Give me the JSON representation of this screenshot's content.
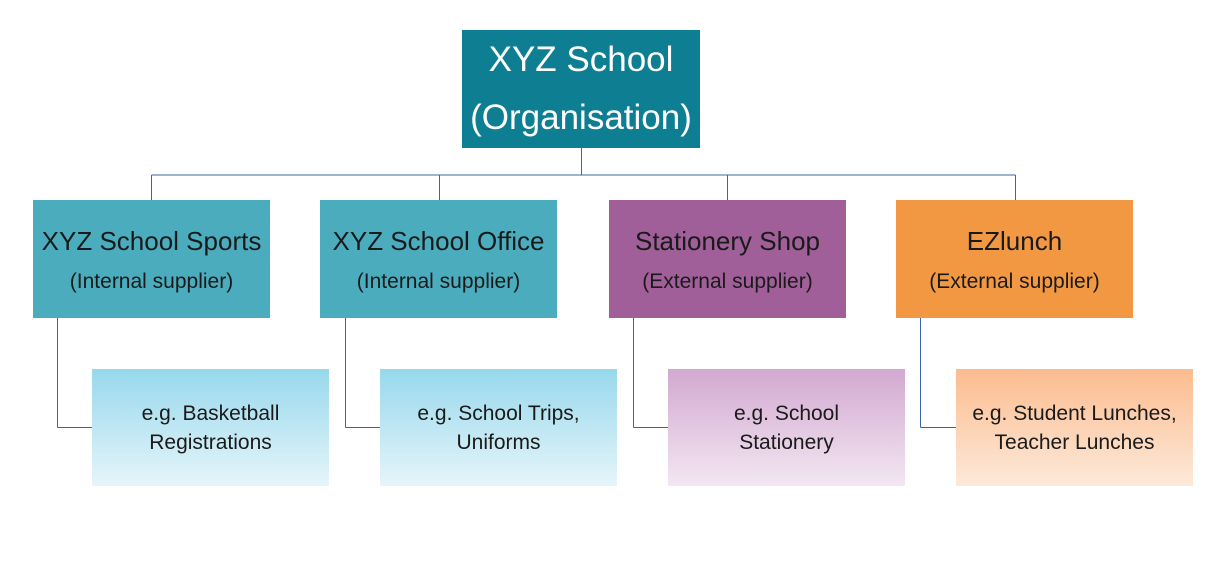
{
  "root": {
    "title": "XYZ School",
    "subtitle": "(Organisation)"
  },
  "suppliers": [
    {
      "name": "XYZ School Sports",
      "type": "(Internal supplier)",
      "color": "#4aacbd",
      "example": [
        "e.g. Basketball",
        "Registrations"
      ]
    },
    {
      "name": "XYZ School Office",
      "type": "(Internal supplier)",
      "color": "#4aacbd",
      "example": [
        "e.g. School Trips,",
        "Uniforms"
      ]
    },
    {
      "name": "Stationery Shop",
      "type": "(External supplier)",
      "color": "#a05f99",
      "example": [
        "e.g. School",
        "Stationery"
      ]
    },
    {
      "name": "EZlunch",
      "type": "(External supplier)",
      "color": "#f29843",
      "example": [
        "e.g. Student Lunches,",
        "Teacher Lunches"
      ]
    }
  ],
  "colors": {
    "root": "#0e7f93",
    "connector": "#3c67a6"
  }
}
